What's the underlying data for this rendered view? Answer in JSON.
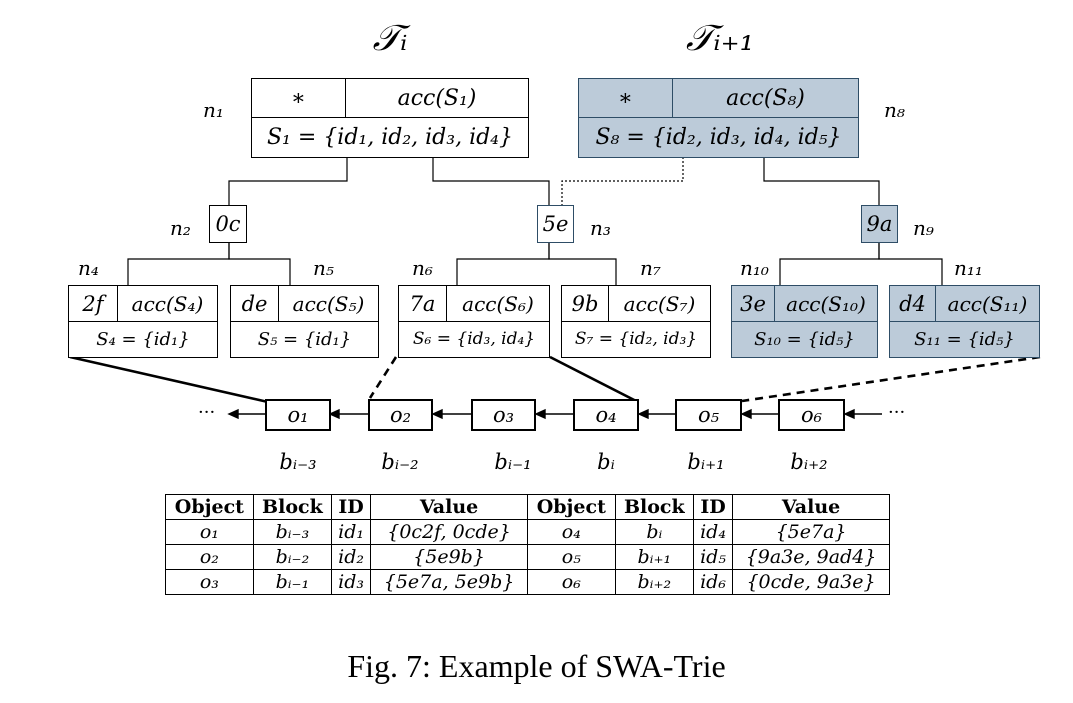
{
  "trees": {
    "left_title": "𝒯ᵢ",
    "right_title": "𝒯ᵢ₊₁"
  },
  "nodes": {
    "n1": {
      "label": "n₁",
      "key": "∗",
      "acc": "acc(S₁)",
      "set": "S₁ = {id₁, id₂, id₃, id₄}"
    },
    "n8": {
      "label": "n₈",
      "key": "∗",
      "acc": "acc(S₈)",
      "set": "S₈ = {id₂, id₃, id₄, id₅}"
    },
    "n2": {
      "label": "n₂",
      "key": "0c"
    },
    "n3": {
      "label": "n₃",
      "key": "5e"
    },
    "n9": {
      "label": "n₉",
      "key": "9a"
    },
    "n4": {
      "label": "n₄",
      "key": "2f",
      "acc": "acc(S₄)",
      "set": "S₄ = {id₁}"
    },
    "n5": {
      "label": "n₅",
      "key": "de",
      "acc": "acc(S₅)",
      "set": "S₅ = {id₁}"
    },
    "n6": {
      "label": "n₆",
      "key": "7a",
      "acc": "acc(S₆)",
      "set": "S₆ = {id₃, id₄}"
    },
    "n7": {
      "label": "n₇",
      "key": "9b",
      "acc": "acc(S₇)",
      "set": "S₇ = {id₂, id₃}"
    },
    "n10": {
      "label": "n₁₀",
      "key": "3e",
      "acc": "acc(S₁₀)",
      "set": "S₁₀ = {id₅}"
    },
    "n11": {
      "label": "n₁₁",
      "key": "d4",
      "acc": "acc(S₁₁)",
      "set": "S₁₁ = {id₅}"
    }
  },
  "chain": {
    "ellipsis_left": "···",
    "ellipsis_right": "···",
    "objects": [
      "o₁",
      "o₂",
      "o₃",
      "o₄",
      "o₅",
      "o₆"
    ],
    "blocks": [
      "bᵢ₋₃",
      "bᵢ₋₂",
      "bᵢ₋₁",
      "bᵢ",
      "bᵢ₊₁",
      "bᵢ₊₂"
    ]
  },
  "table": {
    "headers": [
      "Object",
      "Block",
      "ID",
      "Value",
      "Object",
      "Block",
      "ID",
      "Value"
    ],
    "rows": [
      [
        "o₁",
        "bᵢ₋₃",
        "id₁",
        "{0c2f, 0cde}",
        "o₄",
        "bᵢ",
        "id₄",
        "{5e7a}"
      ],
      [
        "o₂",
        "bᵢ₋₂",
        "id₂",
        "{5e9b}",
        "o₅",
        "bᵢ₊₁",
        "id₅",
        "{9a3e, 9ad4}"
      ],
      [
        "o₃",
        "bᵢ₋₁",
        "id₃",
        "{5e7a, 5e9b}",
        "o₆",
        "bᵢ₊₂",
        "id₆",
        "{0cde, 9a3e}"
      ]
    ]
  },
  "caption": "Fig. 7: Example of SWA-Trie",
  "colors": {
    "shaded_fill": "#bccbd9",
    "shaded_border": "#2e4d66"
  }
}
